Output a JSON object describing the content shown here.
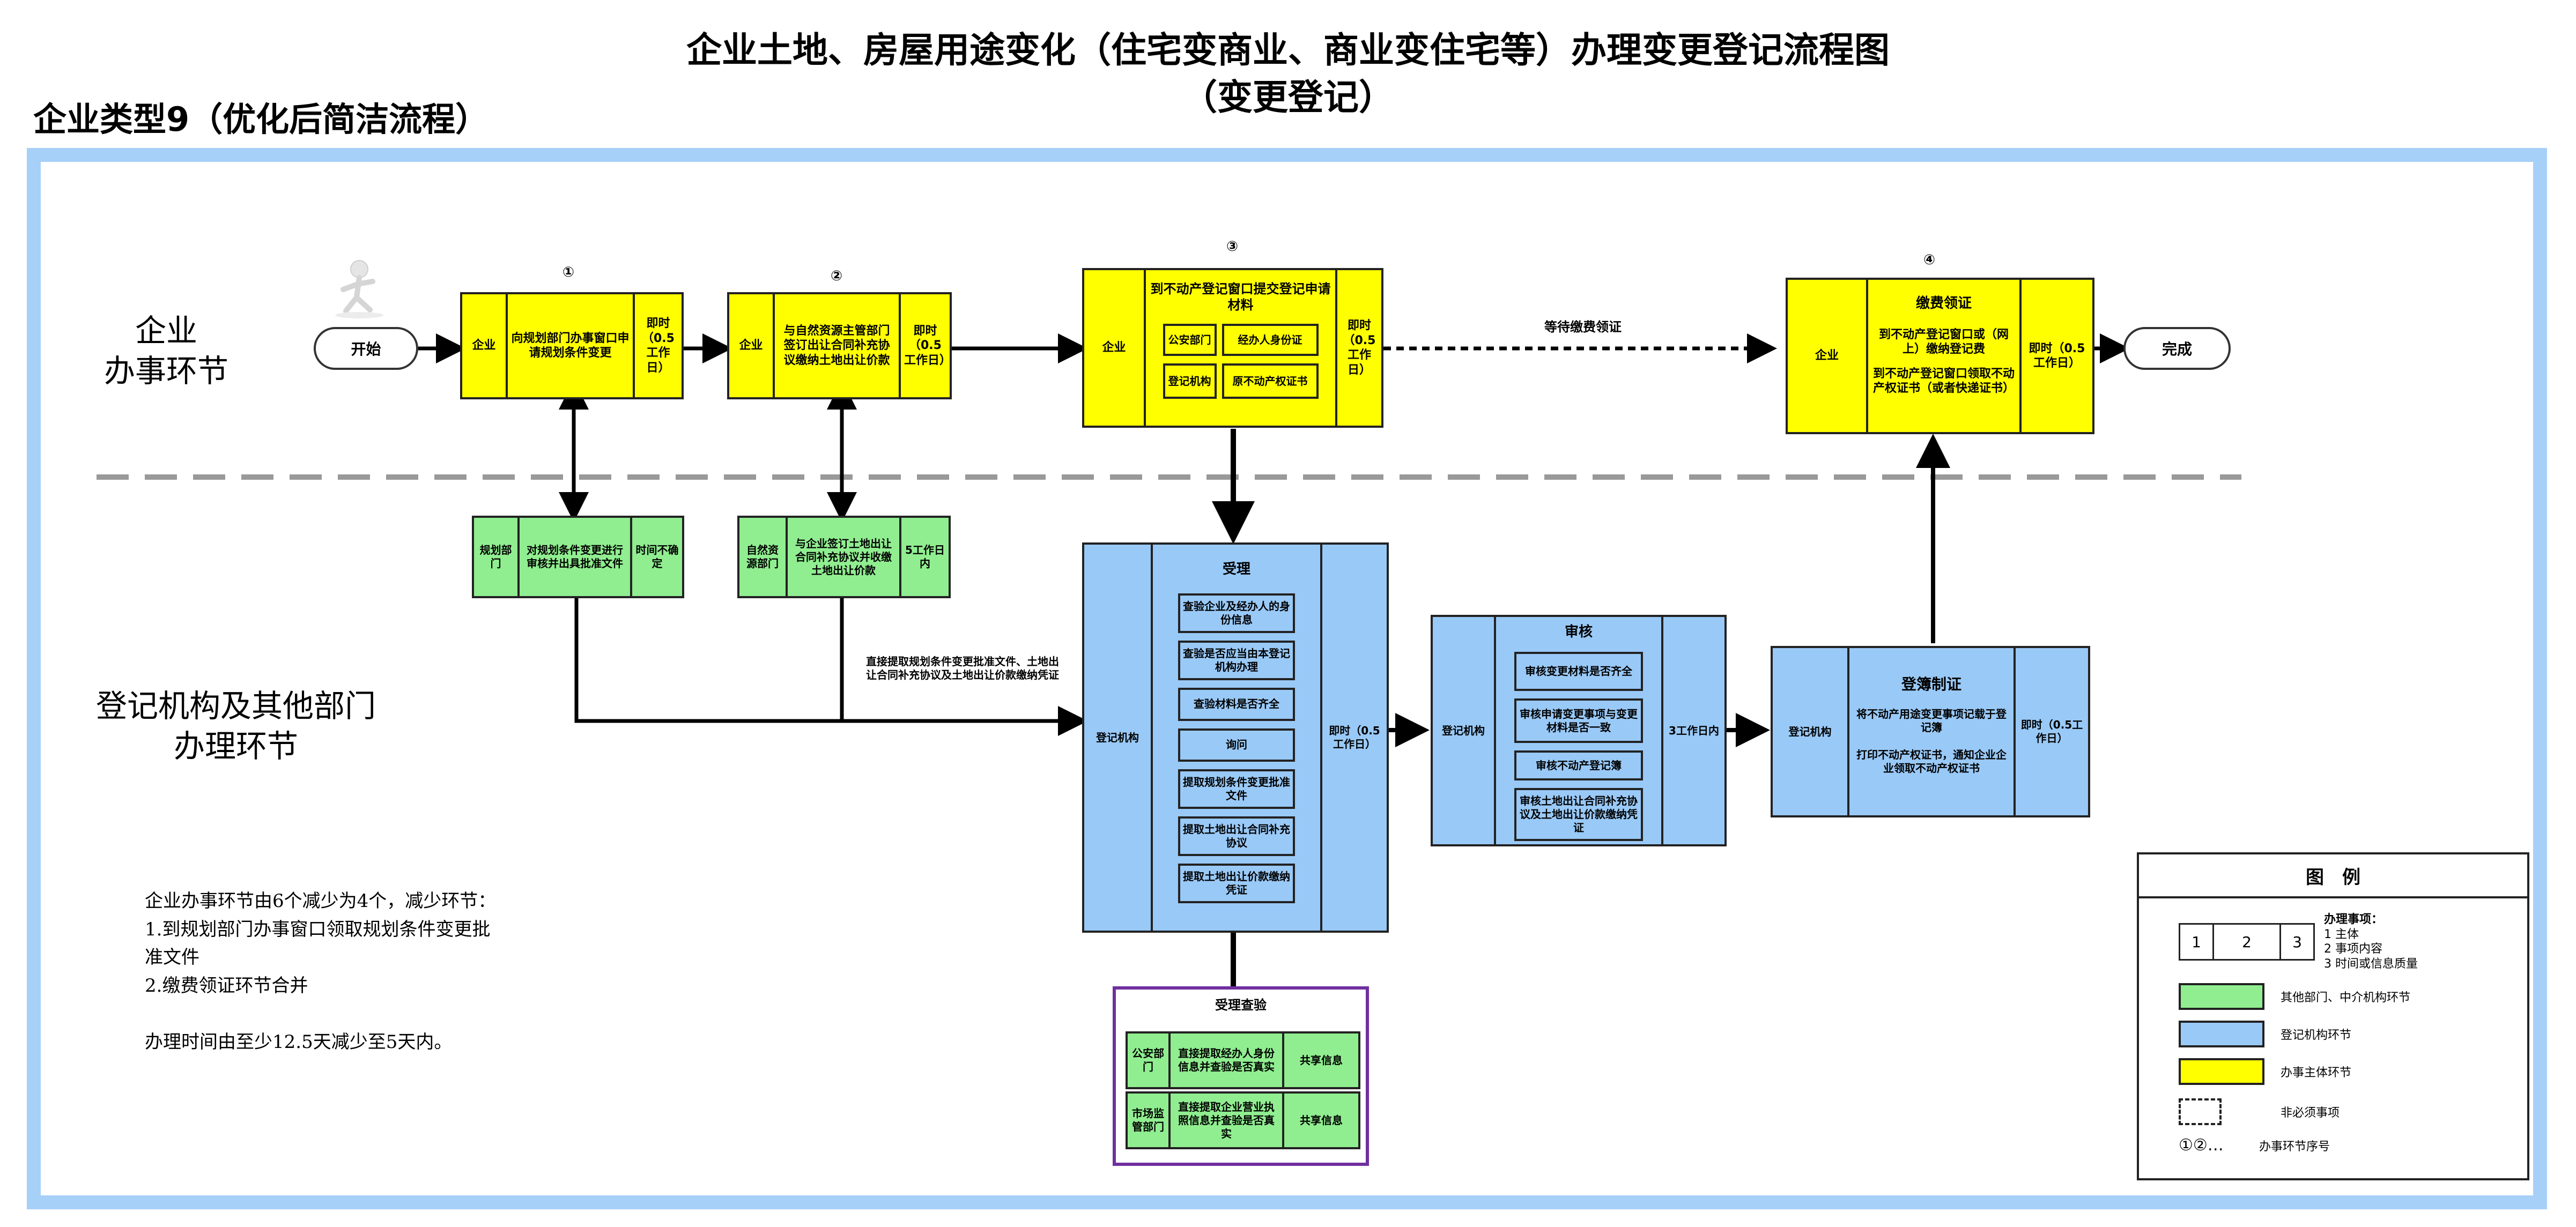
{
  "title_main": "企业土地、房屋用途变化（住宅变商业、商业变住宅等）办理变更登记流程图",
  "title_sub": "（变更登记）",
  "enterprise_type": "企业类型9（优化后简洁流程）",
  "lanes": {
    "enterprise": "企业\n办事环节",
    "registration": "登记机构及其他部门\n办理环节"
  },
  "start_label": "开始",
  "end_label": "完成",
  "steps": {
    "s1": {
      "num": "①",
      "subject": "企业",
      "content": "向规划部门办事窗口申请规划条件变更",
      "time": "即时（0.5工作日）"
    },
    "s2": {
      "num": "②",
      "subject": "企业",
      "content": "与自然资源主管部门签订出让合同补充协议缴纳土地出让价款",
      "time": "即时（0.5工作日）"
    },
    "s3": {
      "num": "③",
      "subject": "企业",
      "header": "到不动产登记窗口提交登记申请材料",
      "grid": [
        [
          "公安部门",
          "经办人身份证"
        ],
        [
          "登记机构",
          "原不动产权证书"
        ]
      ],
      "time": "即时（0.5工作日）"
    },
    "s4": {
      "num": "④",
      "subject": "企业",
      "title": "缴费领证",
      "content1": "到不动产登记窗口或（网上）缴纳登记费",
      "content2": "到不动产登记窗口领取不动产权证书（或者快递证书）",
      "time": "即时（0.5工作日）"
    }
  },
  "wait_label": "等待缴费领证",
  "green1": {
    "subject": "规划部门",
    "content": "对规划条件变更进行审核并出具批准文件",
    "time": "时间不确定"
  },
  "green2": {
    "subject": "自然资源部门",
    "content": "与企业签订土地出让合同补充协议并收缴土地出让价款",
    "time": "5工作日内"
  },
  "direct_note": "直接提取规划条件变更批准文件、土地出让合同补充协议及土地出让价款缴纳凭证",
  "accept": {
    "subject": "登记机构",
    "title": "受理",
    "items": [
      "查验企业及经办人的身份信息",
      "查验是否应当由本登记机构办理",
      "查验材料是否齐全",
      "询问",
      "提取规划条件变更批准文件",
      "提取土地出让合同补充协议",
      "提取土地出让价款缴纳凭证"
    ],
    "time": "即时（0.5工作日）"
  },
  "review": {
    "subject": "登记机构",
    "title": "审核",
    "items": [
      "审核变更材料是否齐全",
      "审核申请变更事项与变更材料是否一致",
      "审核不动产登记簿",
      "审核土地出让合同补充协议及土地出让价款缴纳凭证"
    ],
    "time": "3工作日内"
  },
  "register": {
    "subject": "登记机构",
    "title": "登簿制证",
    "content1": "将不动产用途变更事项记载于登记簿",
    "content2": "打印不动产权证书，通知企业企业领取不动产权证书",
    "time": "即时（0.5工作日）"
  },
  "verify": {
    "title": "受理查验",
    "rows": [
      {
        "dept": "公安部门",
        "content": "直接提取经办人身份信息并查验是否真实",
        "result": "共享信息"
      },
      {
        "dept": "市场监管部门",
        "content": "直接提取企业营业执照信息并查验是否真实",
        "result": "共享信息"
      }
    ]
  },
  "summary": [
    "企业办事环节由6个减少为4个，减少环节：",
    "1.到规划部门办事窗口领取规划条件变更批",
    "准文件",
    "2.缴费领证环节合并",
    "",
    "办理时间由至少12.5天减少至5天内。"
  ],
  "legend": {
    "title": "图　例",
    "cells": [
      "1",
      "2",
      "3"
    ],
    "items_title": "办理事项：",
    "items": [
      "1 主体",
      "2 事项内容",
      "3 时间或信息质量"
    ],
    "green": "其他部门、中介机构环节",
    "blue": "登记机构环节",
    "yellow": "办事主体环节",
    "optional": "非必须事项",
    "seq_symbol": "①②…",
    "seq": "办事环节序号"
  },
  "colors": {
    "yellow": "#ffff00",
    "green": "#90ee90",
    "blue": "#99c9f7",
    "frame": "#a7d0f8",
    "verify_border": "#7030a0"
  }
}
